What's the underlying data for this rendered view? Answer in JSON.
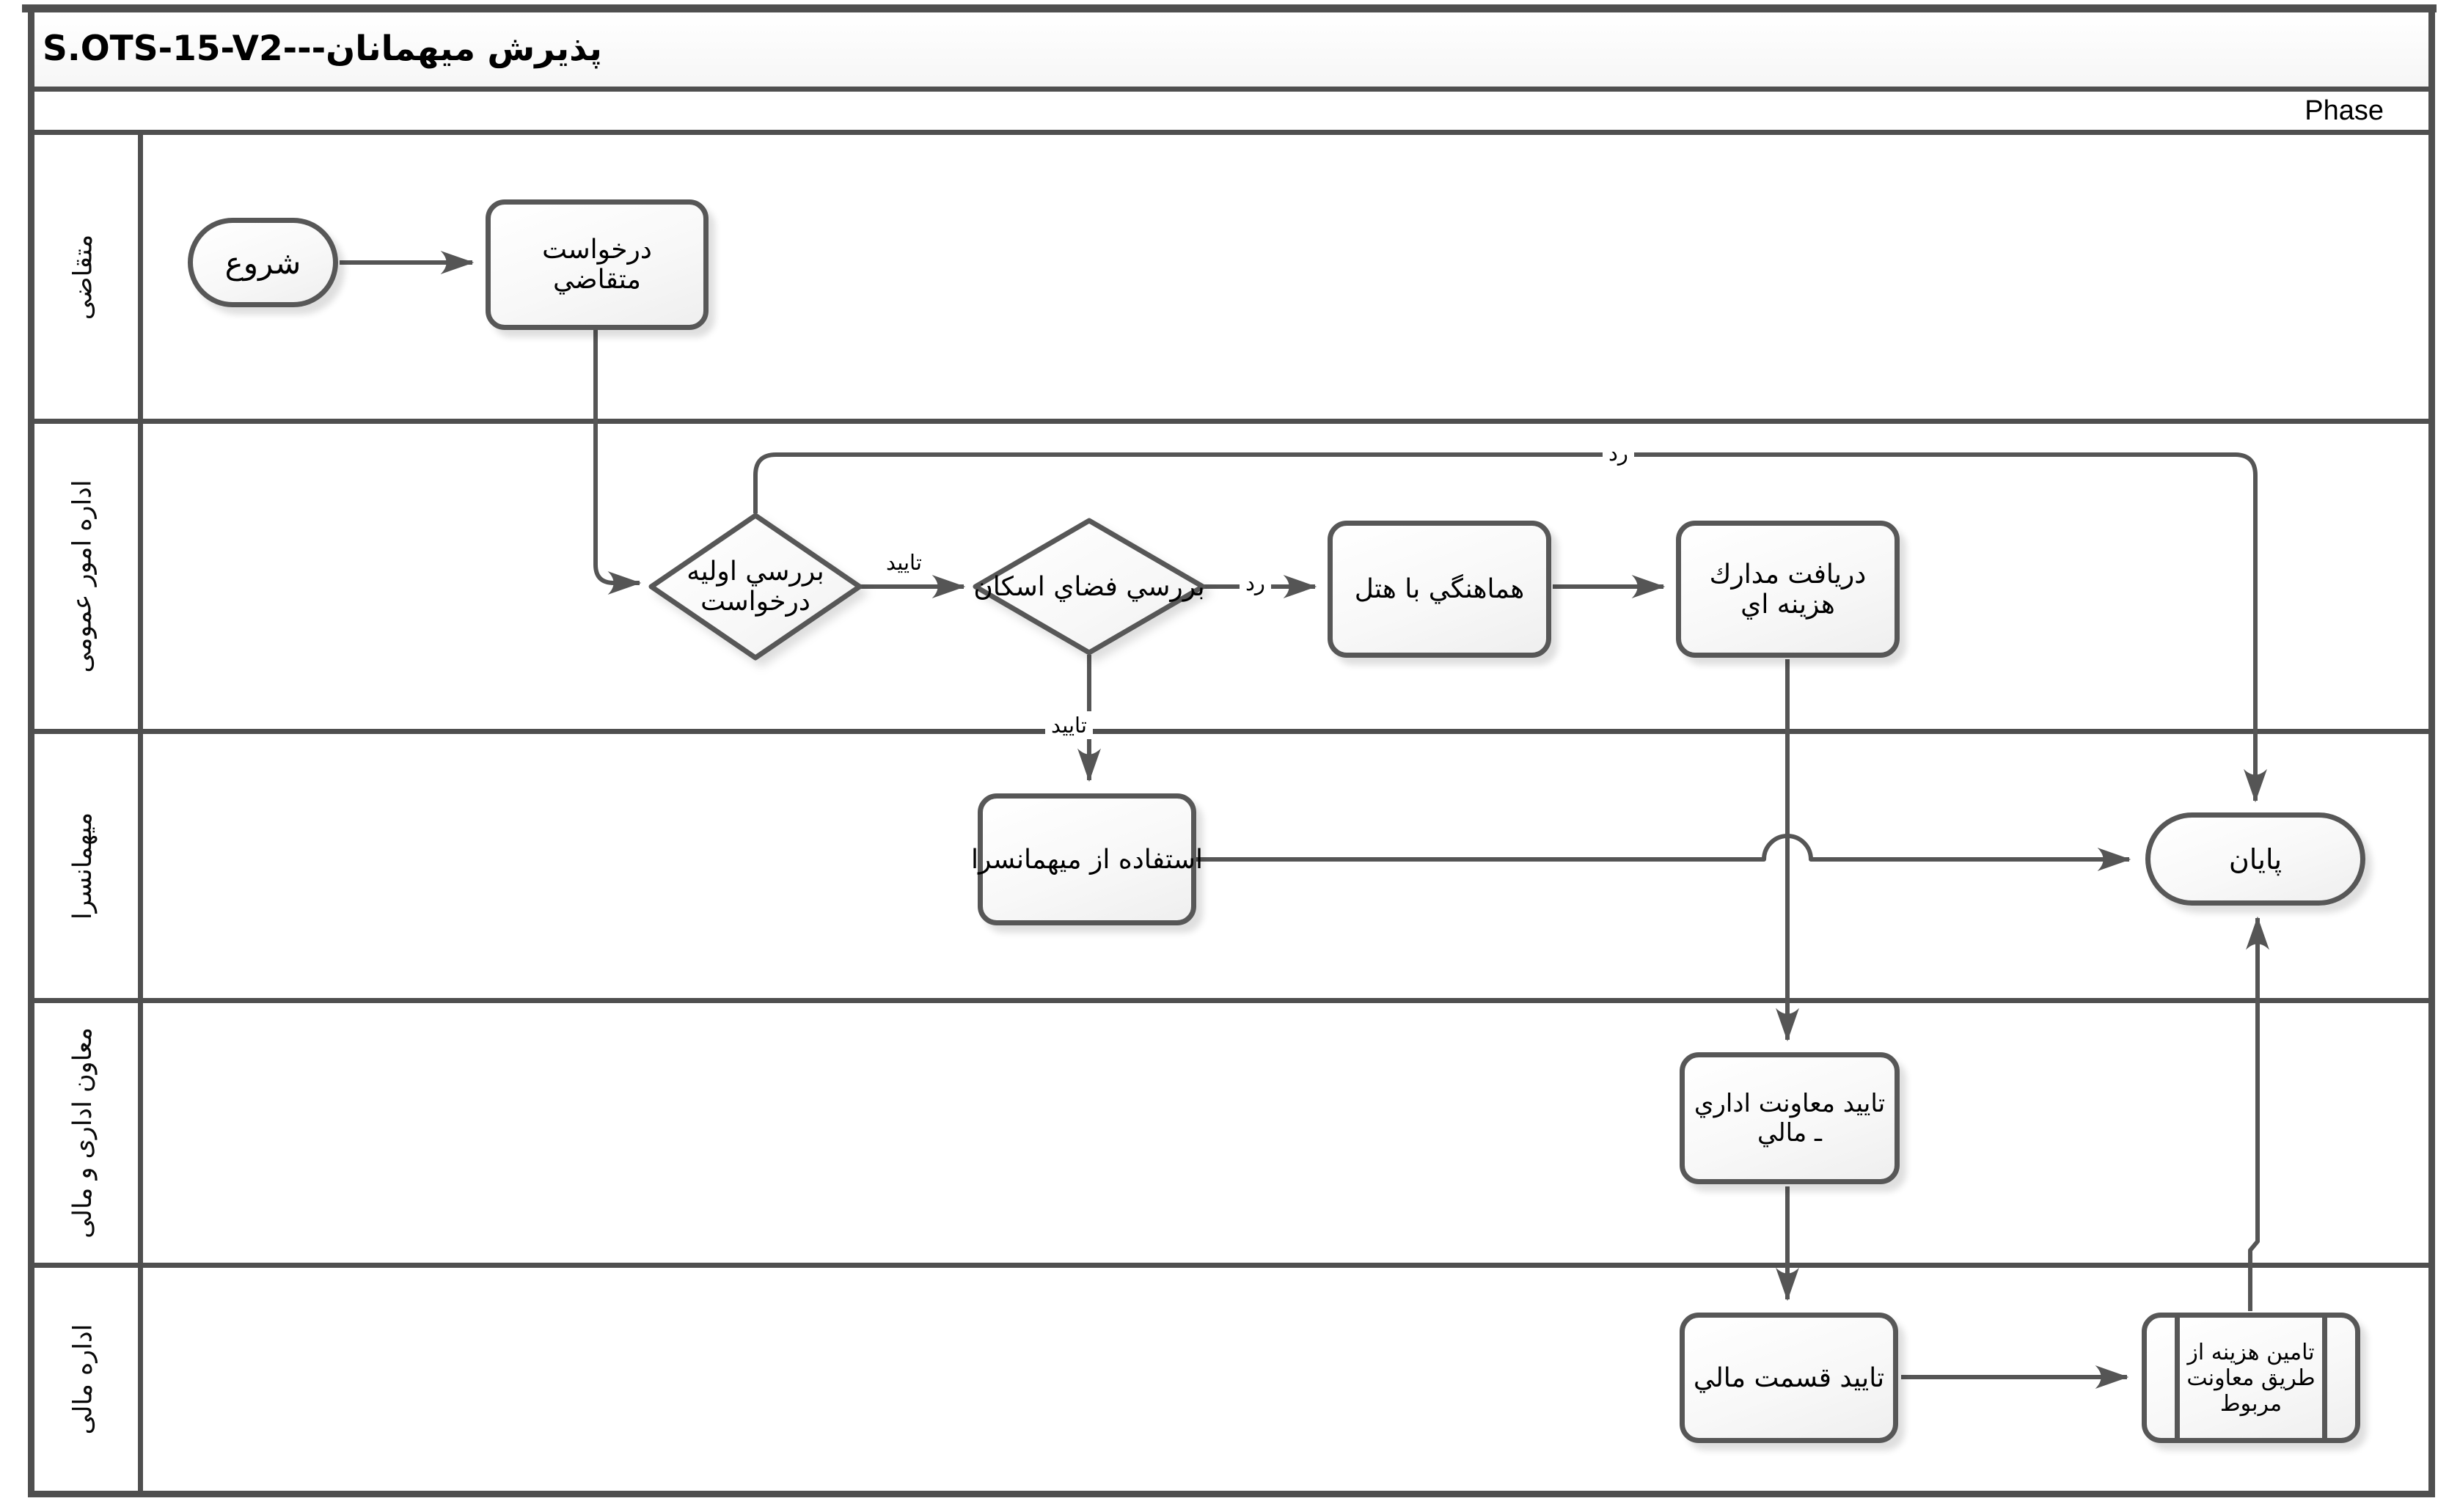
{
  "title": "پذيرش ميهمانان---S.OTS-15-V2",
  "phase_label": "Phase",
  "lanes": [
    {
      "label": "متقاضی"
    },
    {
      "label": "اداره امور عمومی"
    },
    {
      "label": "میهمانسرا"
    },
    {
      "label": "معاون اداری و مالی"
    },
    {
      "label": "اداره مالی"
    }
  ],
  "nodes": {
    "start": "شروع",
    "request": "درخواست متقاضي",
    "initial_review": "بررسي اوليه درخواست",
    "space_review": "بررسي فضاي اسكان",
    "hotel_coordination": "هماهنگي با هتل",
    "receive_cost_docs": "دريافت مدارك هزينه اي",
    "use_guesthouse": "استفاده از ميهمانسرا",
    "end": "پايان",
    "admin_deputy_approval": "تاييد معاونت اداري ـ مالي",
    "finance_section_approval": "تاييد قسمت مالي",
    "funding_via_deputy": "تامين هزينه از طريق معاونت مربوط"
  },
  "edge_labels": {
    "approve_between_diamonds": "تاييد",
    "reject_to_end": "رد",
    "reject_to_hotel": "رد",
    "approve_to_guesthouse": "تاييد"
  },
  "colors": {
    "frame": "#4f4f4f",
    "shape_border": "#575757",
    "connector": "#555555",
    "background": "#ffffff"
  }
}
